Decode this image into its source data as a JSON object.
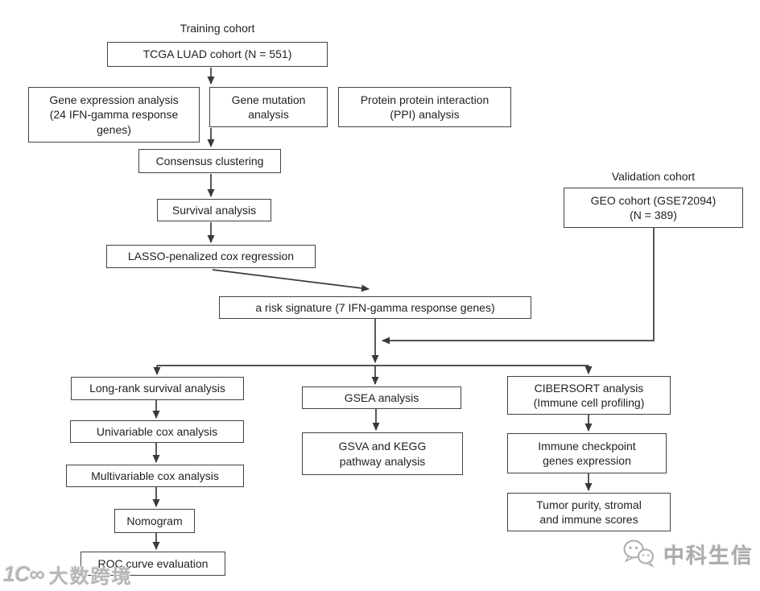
{
  "diagram": {
    "cohort_labels": {
      "training": "Training cohort",
      "validation": "Validation cohort"
    },
    "nodes": {
      "tcga": "TCGA LUAD cohort (N = 551)",
      "gene_expression": "Gene expression analysis\n(24 IFN-gamma response\ngenes)",
      "gene_mutation": "Gene mutation\nanalysis",
      "ppi": "Protein protein interaction\n(PPI) analysis",
      "consensus": "Consensus clustering",
      "survival": "Survival analysis",
      "lasso": "LASSO-penalized cox regression",
      "risk_signature": "a risk signature (7 IFN-gamma response genes)",
      "geo": "GEO cohort (GSE72094)\n(N = 389)",
      "longrank": "Long-rank survival analysis",
      "univariable": "Univariable cox analysis",
      "multivariable": "Multivariable cox analysis",
      "nomogram": "Nomogram",
      "roc": "ROC curve evaluation",
      "gsea": "GSEA analysis",
      "gsva": "GSVA and KEGG\npathway analysis",
      "cibersort": "CIBERSORT analysis\n(Immune cell profiling)",
      "checkpoint": "Immune checkpoint\ngenes expression",
      "tumor_purity": "Tumor purity, stromal\nand immune scores"
    }
  },
  "colors": {
    "box_border": "#424242",
    "box_fill": "#ffffff",
    "text": "#1f1f1f",
    "connector": "#3a3a3a",
    "watermark": "#b6b6b6"
  },
  "watermarks": {
    "left_logo": "1C∞",
    "left_text": "大数跨境",
    "right_text": "中科生信"
  }
}
